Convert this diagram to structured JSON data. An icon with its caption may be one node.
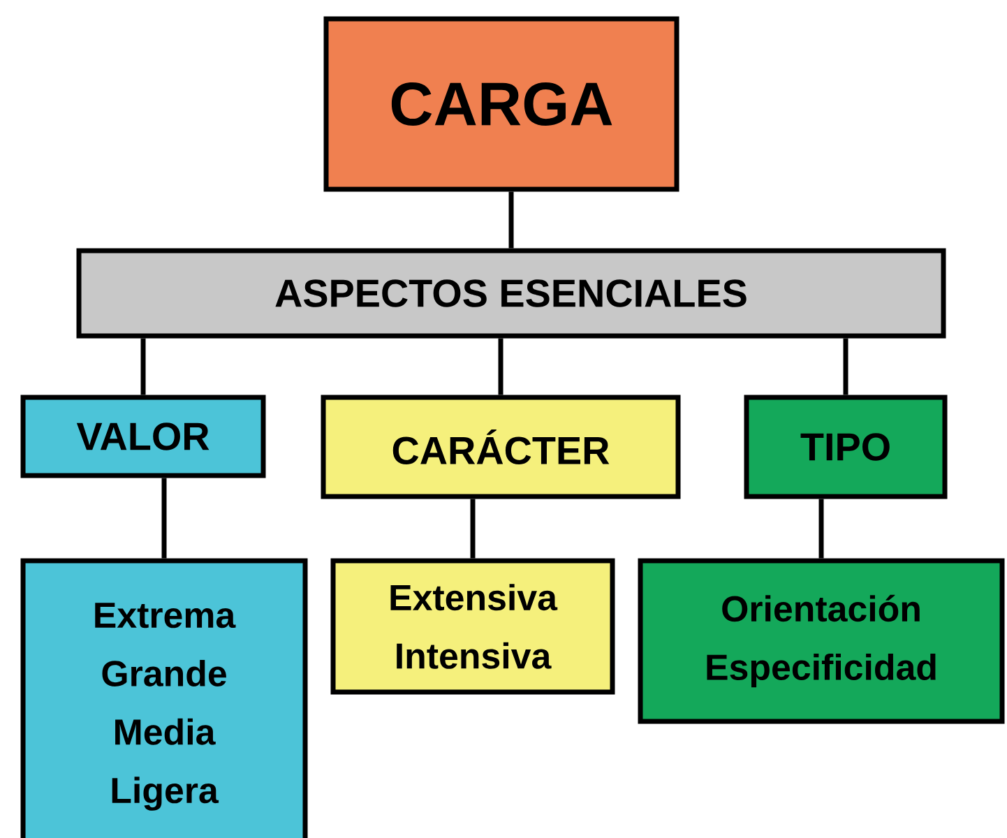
{
  "diagram": {
    "nodes": [
      {
        "text": [
          "CARGA"
        ]
      },
      {
        "text": [
          "ASPECTOS ESENCIALES"
        ]
      },
      {
        "text": [
          "VALOR"
        ]
      },
      {
        "text": [
          "CARÁCTER"
        ]
      },
      {
        "text": [
          "TIPO"
        ]
      },
      {
        "text": [
          "Extrema Grande Media Ligera"
        ]
      },
      {
        "text": [
          "Extensiva Intensiva"
        ]
      },
      {
        "text": [
          "Orientación Especificidad"
        ]
      }
    ],
    "edges": [
      {
        "from": 0,
        "to": 1,
        "arrow": "none"
      },
      {
        "from": 1,
        "to": 2,
        "arrow": "none"
      },
      {
        "from": 1,
        "to": 3,
        "arrow": "none"
      },
      {
        "from": 1,
        "to": 4,
        "arrow": "none"
      },
      {
        "from": 2,
        "to": 5,
        "arrow": "none"
      },
      {
        "from": 3,
        "to": 6,
        "arrow": "none"
      },
      {
        "from": 4,
        "to": 7,
        "arrow": "none"
      }
    ]
  }
}
